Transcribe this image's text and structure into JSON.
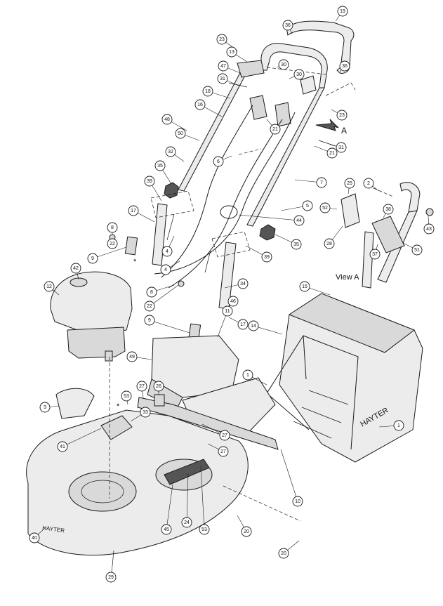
{
  "diagram": {
    "view_label": "View A",
    "arrow_label": "A",
    "brand_deck": "HAYTER",
    "brand_box": "HAYTER",
    "asterisk": "*",
    "callouts": [
      {
        "n": "19"
      },
      {
        "n": "36"
      },
      {
        "n": "36"
      },
      {
        "n": "23"
      },
      {
        "n": "13"
      },
      {
        "n": "30"
      },
      {
        "n": "30"
      },
      {
        "n": "47"
      },
      {
        "n": "31"
      },
      {
        "n": "18"
      },
      {
        "n": "23"
      },
      {
        "n": "16"
      },
      {
        "n": "48"
      },
      {
        "n": "50"
      },
      {
        "n": "21"
      },
      {
        "n": "21"
      },
      {
        "n": "31"
      },
      {
        "n": "32"
      },
      {
        "n": "35"
      },
      {
        "n": "6"
      },
      {
        "n": "7"
      },
      {
        "n": "39"
      },
      {
        "n": "5"
      },
      {
        "n": "25"
      },
      {
        "n": "2"
      },
      {
        "n": "52"
      },
      {
        "n": "38"
      },
      {
        "n": "43"
      },
      {
        "n": "17"
      },
      {
        "n": "8"
      },
      {
        "n": "44"
      },
      {
        "n": "22"
      },
      {
        "n": "4"
      },
      {
        "n": "35"
      },
      {
        "n": "28"
      },
      {
        "n": "37"
      },
      {
        "n": "51"
      },
      {
        "n": "9"
      },
      {
        "n": "39"
      },
      {
        "n": "4"
      },
      {
        "n": "34"
      },
      {
        "n": "42"
      },
      {
        "n": "12"
      },
      {
        "n": "8"
      },
      {
        "n": "22"
      },
      {
        "n": "17"
      },
      {
        "n": "9"
      },
      {
        "n": "15"
      },
      {
        "n": "46"
      },
      {
        "n": "11"
      },
      {
        "n": "14"
      },
      {
        "n": "49"
      },
      {
        "n": "1"
      },
      {
        "n": "27"
      },
      {
        "n": "26"
      },
      {
        "n": "53"
      },
      {
        "n": "3"
      },
      {
        "n": "33"
      },
      {
        "n": "41"
      },
      {
        "n": "27"
      },
      {
        "n": "27"
      },
      {
        "n": "1"
      },
      {
        "n": "10"
      },
      {
        "n": "45"
      },
      {
        "n": "24"
      },
      {
        "n": "53"
      },
      {
        "n": "20"
      },
      {
        "n": "20"
      },
      {
        "n": "40"
      },
      {
        "n": "29"
      }
    ]
  },
  "colors": {
    "ink": "#1a1a1a",
    "part": "#ececec",
    "shade": "#d9d9d9"
  }
}
